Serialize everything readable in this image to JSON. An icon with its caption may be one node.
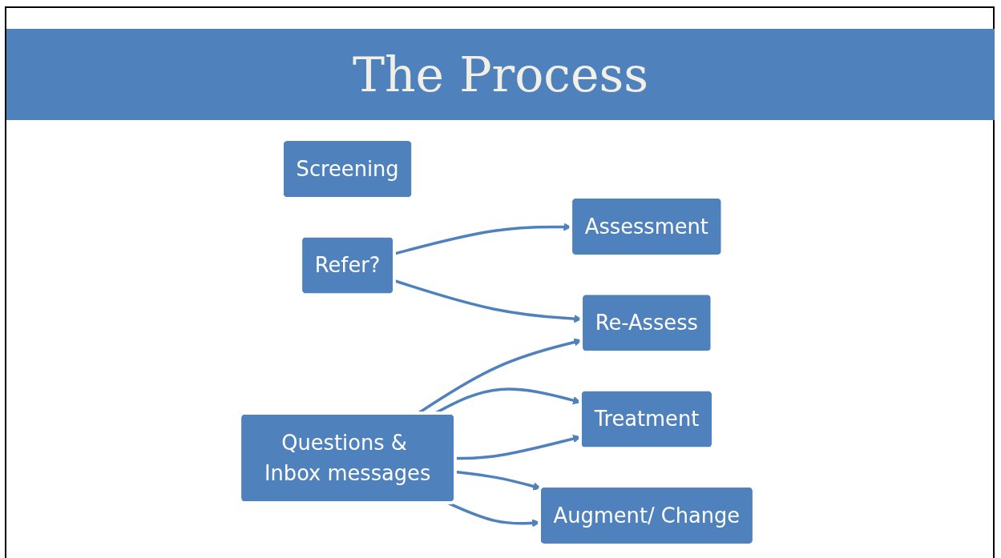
{
  "diagram": {
    "title": "The Process",
    "nodes": [
      {
        "text": [
          "Screening"
        ]
      },
      {
        "text": [
          "Assessment"
        ]
      },
      {
        "text": [
          "Treatment"
        ]
      },
      {
        "text": [
          "Re-Assess"
        ]
      },
      {
        "text": [
          "Augment/ Change"
        ]
      },
      {
        "text": [
          "Refer?"
        ]
      },
      {
        "text": [
          "Questions & Inbox messages"
        ]
      }
    ],
    "edges": [
      {
        "from": 5,
        "to": 1,
        "arrow": "to"
      },
      {
        "from": 5,
        "to": 3,
        "arrow": "to"
      },
      {
        "from": 6,
        "to": 2,
        "arrow": "to"
      },
      {
        "from": 6,
        "to": 2,
        "arrow": "to"
      },
      {
        "from": 6,
        "to": 3,
        "arrow": "to"
      },
      {
        "from": 6,
        "to": 4,
        "arrow": "to"
      },
      {
        "from": 6,
        "to": 4,
        "arrow": "to"
      }
    ]
  }
}
